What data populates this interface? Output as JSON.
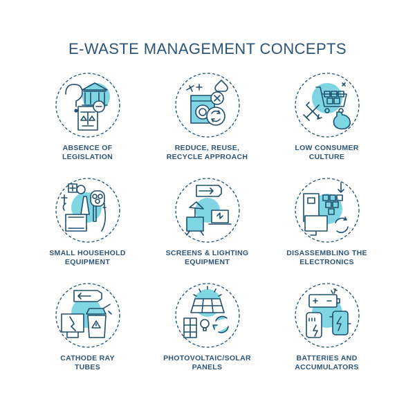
{
  "title": "E-WASTE MANAGEMENT CONCEPTS",
  "colors": {
    "accent": "#7fd6e2",
    "stroke": "#1f4e6e",
    "text": "#2c5476"
  },
  "items": [
    {
      "line1": "ABSENCE OF",
      "line2": "LEGISLATION",
      "icon": "courthouse-question-icon"
    },
    {
      "line1": "REDUCE, REUSE,",
      "line2": "RECYCLE APPROACH",
      "icon": "washing-machine-recycle-icon"
    },
    {
      "line1": "LOW CONSUMER",
      "line2": "CULTURE",
      "icon": "shopping-cart-bag-icon"
    },
    {
      "line1": "SMALL HOUSEHOLD",
      "line2": "EQUIPMENT",
      "icon": "shaver-fan-toaster-icon"
    },
    {
      "line1": "SCREENS & LIGHTING",
      "line2": "EQUIPMENT",
      "icon": "lamp-laptop-icon"
    },
    {
      "line1": "DISASSEMBLING THE",
      "line2": "ELECTRONICS",
      "icon": "disassembly-monitor-icon"
    },
    {
      "line1": "CATHODE RAY",
      "line2": "TUBES",
      "icon": "crt-monitor-bin-icon"
    },
    {
      "line1": "PHOTOVOLTAIC/SOLAR",
      "line2": "PANELS",
      "icon": "solar-panel-sun-icon"
    },
    {
      "line1": "BATTERIES AND",
      "line2": "ACCUMULATORS",
      "icon": "battery-powerbank-icon"
    }
  ]
}
